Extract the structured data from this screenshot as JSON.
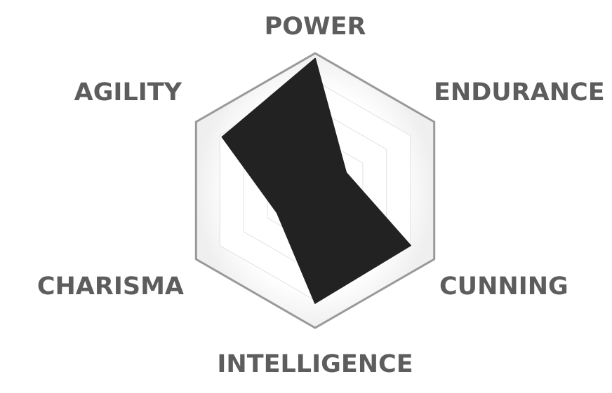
{
  "chart_data": {
    "type": "radar",
    "title": "",
    "axes": [
      "POWER",
      "ENDURANCE",
      "CUNNING",
      "INTELLIGENCE",
      "CHARISMA",
      "AGILITY"
    ],
    "range": [
      0,
      5
    ],
    "levels": 5,
    "grid": true,
    "legend": "none",
    "series": [
      {
        "values": [
          4.8,
          1.3,
          4.0,
          4.1,
          1.6,
          3.9
        ],
        "color": "#222222"
      }
    ]
  },
  "colors": {
    "fill": "#222222",
    "outer_band": "#f5f5f5",
    "inner_band": "#ffffff",
    "outer_ring": "#999999",
    "grid_line": "#e2e2e2",
    "label": "#5d5d5d"
  }
}
